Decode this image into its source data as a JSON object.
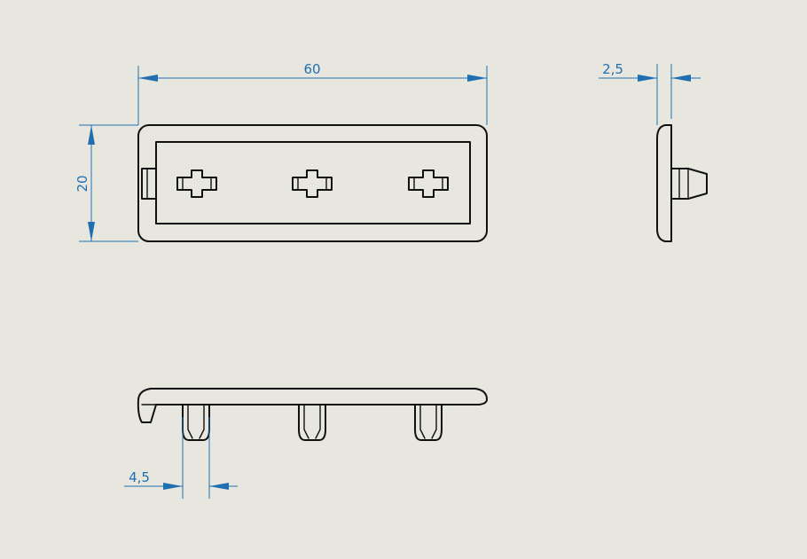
{
  "colors": {
    "background": "#e8e7df",
    "part_outline": "#111111",
    "dimension": "#1f6fb0"
  },
  "dimensions": {
    "length": "60",
    "height": "20",
    "thickness": "2,5",
    "clip_width": "4,5"
  }
}
